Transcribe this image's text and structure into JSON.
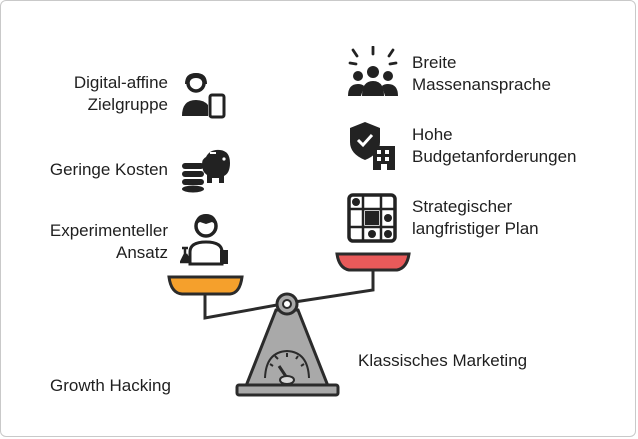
{
  "left_items": [
    {
      "line1": "Digital-affine",
      "line2": "Zielgruppe",
      "icon": "person-phone-icon"
    },
    {
      "line1": "Geringe Kosten",
      "line2": "",
      "icon": "piggy-bank-coins-icon"
    },
    {
      "line1": "Experimenteller",
      "line2": "Ansatz",
      "icon": "scientist-flask-icon"
    }
  ],
  "right_items": [
    {
      "line1": "Breite",
      "line2": "Massenansprache",
      "icon": "audience-group-icon"
    },
    {
      "line1": "Hohe",
      "line2": "Budgetanforderungen",
      "icon": "shield-building-icon"
    },
    {
      "line1": "Strategischer",
      "line2": "langfristiger Plan",
      "icon": "strategy-board-icon"
    }
  ],
  "left_side_label": "Growth Hacking",
  "right_side_label": "Klassisches Marketing",
  "colors": {
    "left_pan": "#f5a02c",
    "right_pan": "#e85a5a",
    "scale_body": "#a9a9a9",
    "outline": "#2b2b2b"
  }
}
